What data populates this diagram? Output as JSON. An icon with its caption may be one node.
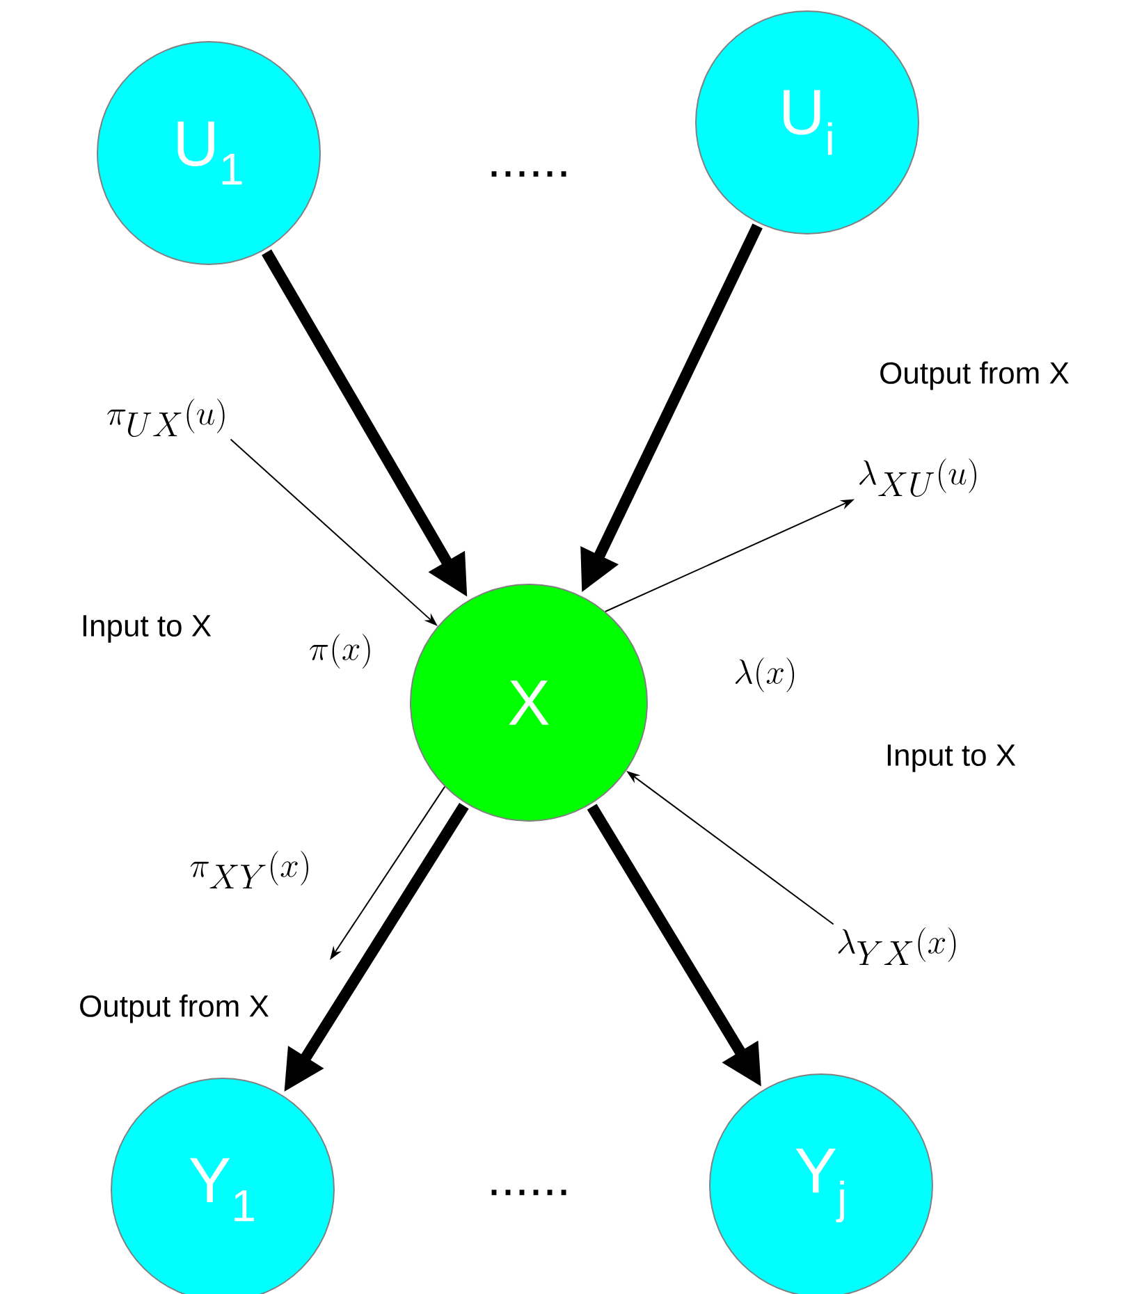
{
  "diagram": {
    "nodes": [
      {
        "text": [
          "U$_{1}$"
        ]
      },
      {
        "text": [
          "U$_{i}$"
        ]
      },
      {
        "text": [
          "X"
        ]
      },
      {
        "text": [
          "Y$_{1}$"
        ]
      },
      {
        "text": [
          "Y$_{j}$"
        ]
      },
      {
        "text": [
          "\\pi_{UX}(u)"
        ]
      },
      {
        "text": [
          "\\lambda_{XU}(u)"
        ]
      },
      {
        "text": [
          "\\pi(x)"
        ]
      },
      {
        "text": [
          "\\lambda(x)"
        ]
      },
      {
        "text": [
          "\\pi_{XY}(x)"
        ]
      },
      {
        "text": [
          "\\lambda_{YX}(x)"
        ]
      }
    ],
    "edges": [
      {
        "from": 0,
        "to": 2,
        "arrow": "to",
        "style": "thick"
      },
      {
        "from": 1,
        "to": 2,
        "arrow": "to",
        "style": "thick"
      },
      {
        "from": 2,
        "to": 3,
        "arrow": "to",
        "style": "thick"
      },
      {
        "from": 2,
        "to": 4,
        "arrow": "to",
        "style": "thick"
      },
      {
        "from": 5,
        "to": 2,
        "arrow": "to"
      },
      {
        "from": 2,
        "to": 6,
        "arrow": "to"
      },
      {
        "from": 2,
        "to": null,
        "arrow": "to"
      },
      {
        "from": 10,
        "to": 2,
        "arrow": "to"
      }
    ],
    "labels": [
      "......",
      "Output from X",
      "Input to X",
      "Input to X",
      "Output from X",
      "......"
    ]
  }
}
